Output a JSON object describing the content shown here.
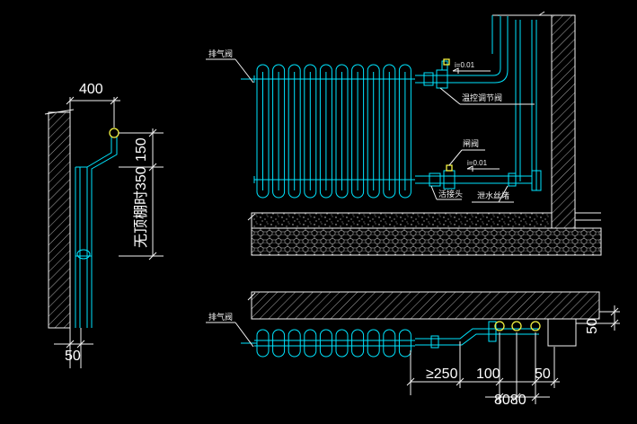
{
  "dimensions": {
    "side_offset": "400",
    "side_rise": "150",
    "side_height_note": "无顶棚时350",
    "side_wall_gap": "50",
    "plan_min_distance": "≥250",
    "plan_dim_100": "100",
    "plan_dim_50": "50",
    "plan_dim_8080": "8080",
    "plan_right_gap": "50"
  },
  "labels": {
    "air_vent_elev": "排气阀",
    "air_vent_plan": "排气阀",
    "thermostatic_valve": "温控调节阀",
    "gate_valve": "闸阀",
    "slope_supply": "i=0.01",
    "slope_return": "i=0.01",
    "union_fitting": "活接头",
    "drain_outlet": "泄水丝堵"
  },
  "colors": {
    "background": "#000000",
    "pipe": "#00e5ff",
    "line": "#f2f2f2",
    "highlight": "#f5f542"
  }
}
